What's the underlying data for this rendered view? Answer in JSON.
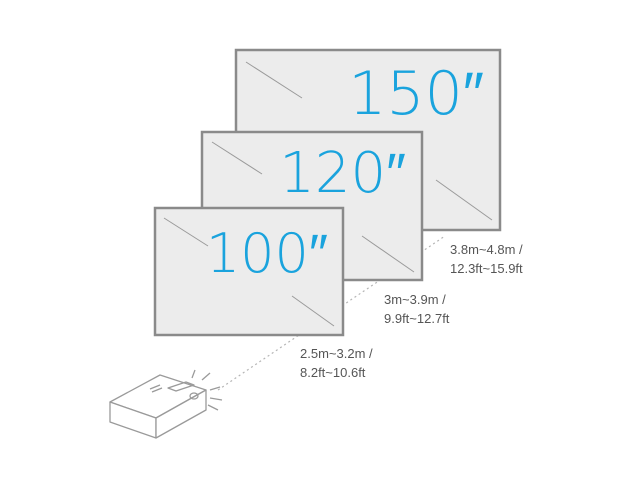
{
  "colors": {
    "screen_fill": "#ececec",
    "screen_border": "#8a8a8a",
    "size_text": "#1aa3dd",
    "distance_text": "#555555",
    "projector_line": "#9a9a9a",
    "beam_line": "#b5b5b5"
  },
  "screens": [
    {
      "size": "150″",
      "distance_m": "3.8m~4.8m /",
      "distance_ft": "12.3ft~15.9ft"
    },
    {
      "size": "120″",
      "distance_m": "3m~3.9m /",
      "distance_ft": "9.9ft~12.7ft"
    },
    {
      "size": "100″",
      "distance_m": "2.5m~3.2m /",
      "distance_ft": "8.2ft~10.6ft"
    }
  ],
  "icons": {
    "projector": "projector-icon"
  }
}
